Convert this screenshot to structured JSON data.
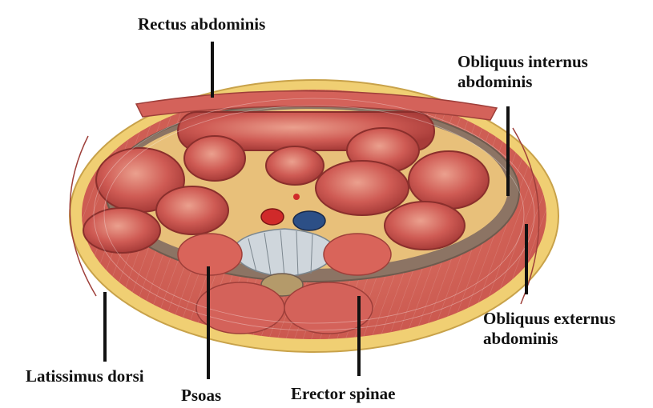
{
  "labels": {
    "rectus": "Rectus abdominis",
    "internus_line1": "Obliquus internus",
    "internus_line2": "abdominis",
    "externus_line1": "Obliquus externus",
    "externus_line2": "abdominis",
    "latissimus": "Latissimus dorsi",
    "psoas": "Psoas",
    "erector": "Erector spinae"
  },
  "colors": {
    "skin_fat": "#f3d27a",
    "muscle": "#d9645a",
    "muscle_dark": "#b8433d",
    "viscera": "#c9524f",
    "viscera_light": "#e69a8c",
    "fascia": "#8a7a70",
    "vertebra": "#cfd6dc",
    "aorta": "#d02a2a",
    "vena_cava": "#2c4f86",
    "leader_line": "#111111"
  }
}
